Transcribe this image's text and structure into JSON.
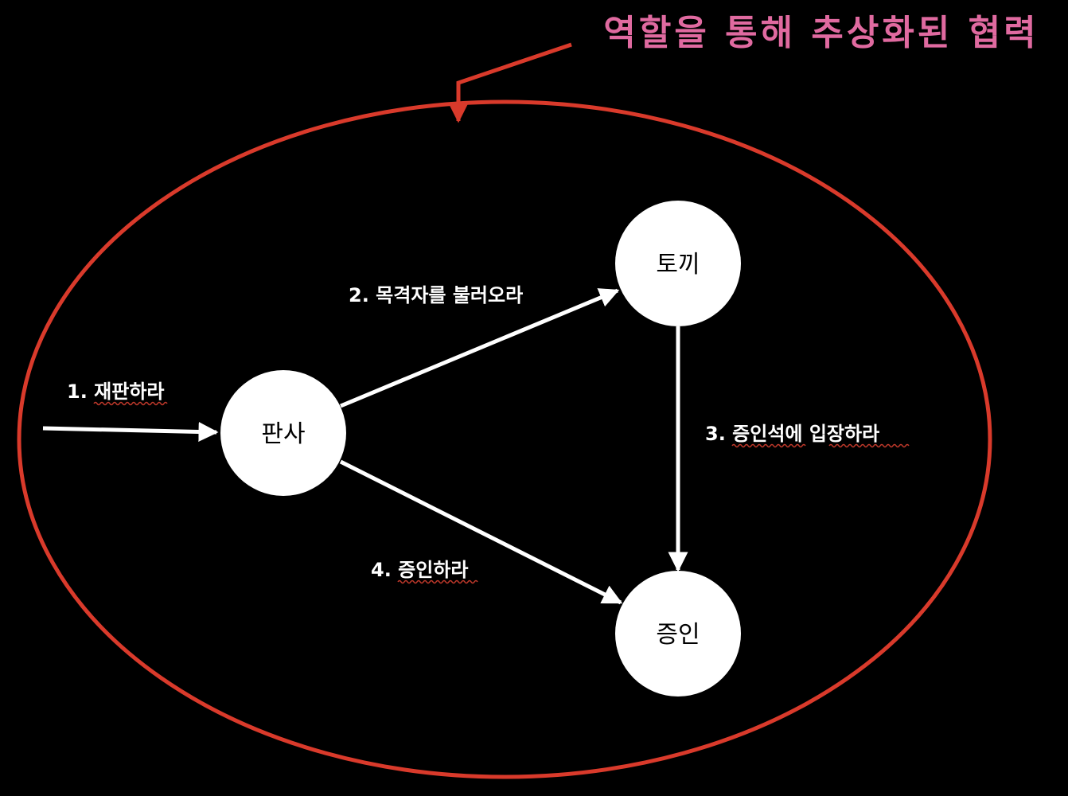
{
  "colors": {
    "background": "#000000",
    "boundary": "#d93a2b",
    "title": "#e06aa0",
    "node_fill": "#ffffff",
    "node_text": "#000000",
    "edge": "#ffffff",
    "edge_label": "#ffffff",
    "squiggle": "#c0392b"
  },
  "title": "역할을 통해 추상화된 협력",
  "nodes": {
    "judge": "판사",
    "rabbit": "토끼",
    "witness": "증인"
  },
  "edges": {
    "step1": "1. 재판하라",
    "step2": "2. 목격자를 불러오라",
    "step3": "3. 증인석에 입장하라",
    "step4": "4. 증인하라"
  }
}
